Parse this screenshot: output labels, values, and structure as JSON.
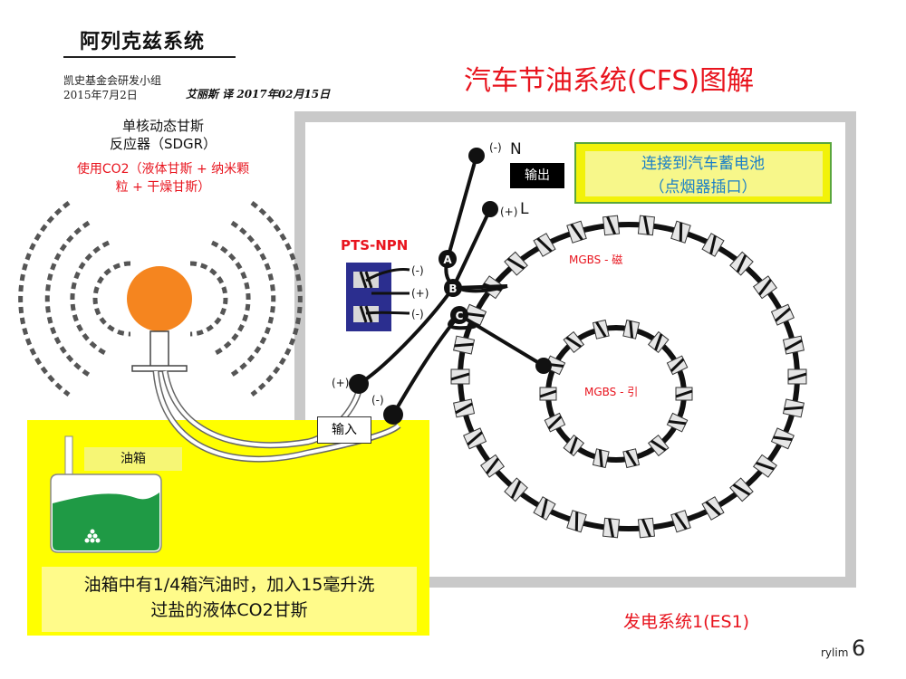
{
  "header": {
    "title": "阿列克兹系统",
    "org": "凯史基金会研发小组",
    "date": "2015年7月2日",
    "translator": "艾丽斯 译 2017年02月15日"
  },
  "main_title": "汽车节油系统(CFS)图解",
  "sdgr": {
    "line1": "单核动态甘斯",
    "line2": "反应器（SDGR）",
    "co2_line1": "使用CO2（液体甘斯 + 纳米颗",
    "co2_line2": "粒 + 干燥甘斯）"
  },
  "battery": {
    "line1": "连接到汽车蓄电池",
    "line2": "（点烟器插口）"
  },
  "output_label": "输出",
  "input_label": "输入",
  "terminals": {
    "n_sign": "(-)",
    "n_letter": "N",
    "l_sign": "(+)",
    "l_letter": "L",
    "a": "A",
    "b": "B",
    "c": "C",
    "plus": "(+)",
    "minus": "(-)"
  },
  "pts": {
    "label": "PTS-NPN",
    "minus1": "(-)",
    "plus": "(+)",
    "minus2": "(-)"
  },
  "mgbs_magnetic": "MGBS - 磁",
  "mgbs_gravity": "MGBS - 引",
  "tank_label": "油箱",
  "bottom_note": {
    "line1": "油箱中有1/4箱汽油时，加入15毫升洗",
    "line2": "过盐的液体CO2甘斯"
  },
  "es1_label": "发电系统1(ES1)",
  "footer": {
    "brand": "rylim",
    "page": "6"
  },
  "colors": {
    "red": "#e8141e",
    "yellow": "#ffff00",
    "orange_core": "#f5851f",
    "tank_green": "#1f9a45",
    "pts_blue": "#2b2e8f",
    "battery_text": "#1a7fc8"
  }
}
